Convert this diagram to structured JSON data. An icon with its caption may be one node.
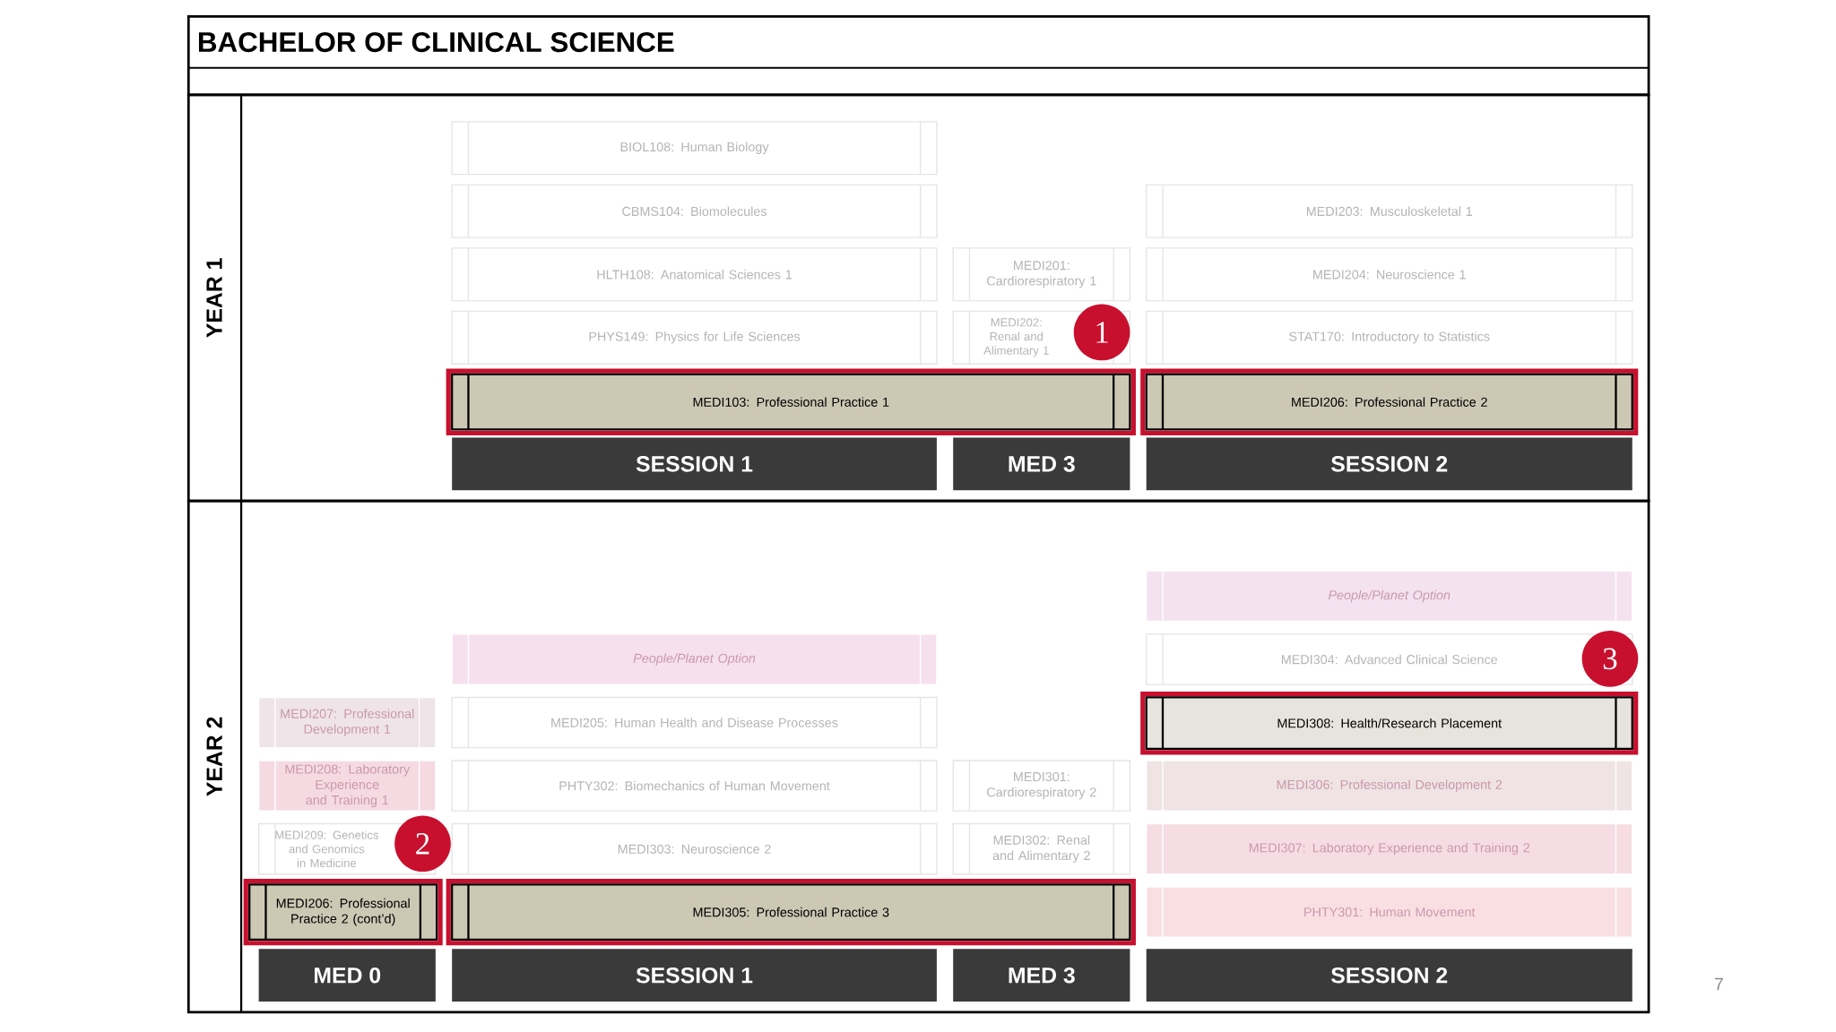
{
  "diagram": {
    "title": "BACHELOR OF CLINICAL SCIENCE",
    "nodes": [
      {
        "text": [
          "YEAR 1"
        ]
      },
      {
        "text": [
          "BIOL108: Human Biology"
        ],
        "in": 0
      },
      {
        "text": [
          "CBMS104: Biomolecules"
        ],
        "in": 0
      },
      {
        "text": [
          "MEDI203: Musculoskeletal 1"
        ],
        "in": 0
      },
      {
        "text": [
          "HLTH108: Anatomical Sciences 1"
        ],
        "in": 0
      },
      {
        "text": [
          "MEDI201: Cardiorespiratory 1"
        ],
        "in": 0
      },
      {
        "text": [
          "MEDI204: Neuroscience 1"
        ],
        "in": 0
      },
      {
        "text": [
          "PHYS149: Physics for Life Sciences"
        ],
        "in": 0
      },
      {
        "text": [
          "MEDI202: Renal and Alimentary 1"
        ],
        "in": 0
      },
      {
        "text": [
          "1"
        ],
        "in": 0
      },
      {
        "text": [
          "STAT170: Introductory to Statistics"
        ],
        "in": 0
      },
      {
        "text": [
          "MEDI103: Professional Practice 1"
        ],
        "in": 0
      },
      {
        "text": [
          "MEDI206: Professional Practice 2"
        ],
        "in": 0
      },
      {
        "text": [
          "SESSION 1"
        ],
        "in": 0
      },
      {
        "text": [
          "MED 3"
        ],
        "in": 0
      },
      {
        "text": [
          "SESSION 2"
        ],
        "in": 0
      },
      {
        "text": [
          "YEAR 2"
        ]
      },
      {
        "text": [
          "People/Planet Option"
        ],
        "in": 16
      },
      {
        "text": [
          "People/Planet Option"
        ],
        "in": 16
      },
      {
        "text": [
          "MEDI304: Advanced Clinical Science"
        ],
        "in": 16
      },
      {
        "text": [
          "3"
        ],
        "in": 16
      },
      {
        "text": [
          "MEDI207: Professional Development 1"
        ],
        "in": 16
      },
      {
        "text": [
          "MEDI205: Human Health and Disease Processes"
        ],
        "in": 16
      },
      {
        "text": [
          "MEDI308: Health/Research Placement"
        ],
        "in": 16
      },
      {
        "text": [
          "MEDI208: Laboratory Experience and Training 1"
        ],
        "in": 16
      },
      {
        "text": [
          "PHTY302: Biomechanics of Human Movement"
        ],
        "in": 16
      },
      {
        "text": [
          "MEDI301: Cardiorespiratory 2"
        ],
        "in": 16
      },
      {
        "text": [
          "MEDI306: Professional Development 2"
        ],
        "in": 16
      },
      {
        "text": [
          "MEDI209: Genetics and Genomics in Medicine"
        ],
        "in": 16
      },
      {
        "text": [
          "2"
        ],
        "in": 16
      },
      {
        "text": [
          "MEDI303: Neuroscience 2"
        ],
        "in": 16
      },
      {
        "text": [
          "MEDI302: Renal and Alimentary 2"
        ],
        "in": 16
      },
      {
        "text": [
          "MEDI307: Laboratory Experience and Training 2"
        ],
        "in": 16
      },
      {
        "text": [
          "MEDI206: Professional Practice 2 (cont’d)"
        ],
        "in": 16
      },
      {
        "text": [
          "MEDI305: Professional Practice 3"
        ],
        "in": 16
      },
      {
        "text": [
          "PHTY301: Human Movement"
        ],
        "in": 16
      },
      {
        "text": [
          "MED 0"
        ],
        "in": 16
      },
      {
        "text": [
          "SESSION 1"
        ],
        "in": 16
      },
      {
        "text": [
          "MED 3"
        ],
        "in": 16
      },
      {
        "text": [
          "SESSION 2"
        ],
        "in": 16
      }
    ],
    "labels": [
      "7"
    ]
  }
}
